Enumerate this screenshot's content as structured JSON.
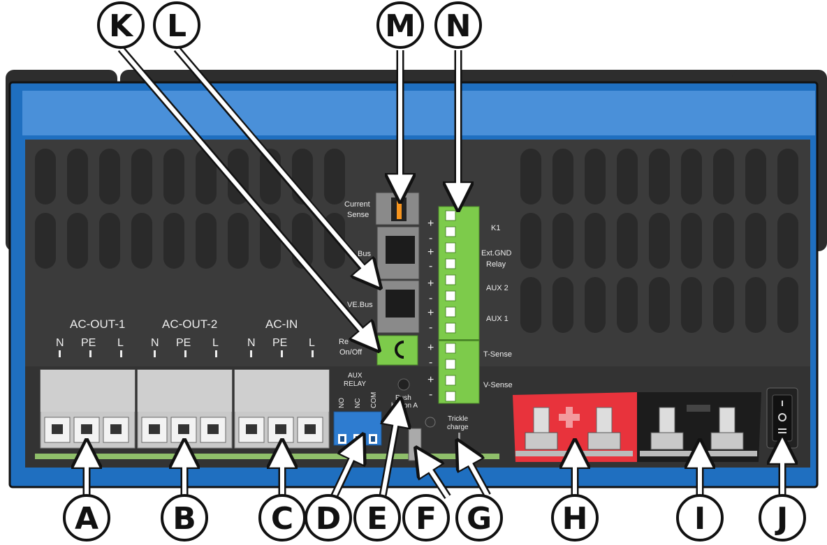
{
  "colors": {
    "blue": "#1f6fc0",
    "body_dark": "#3b3b3b",
    "green_terminal": "#7dcb4b",
    "red_terminal": "#e8333c",
    "black_terminal": "#1c1c1c"
  },
  "callouts": {
    "a": "A",
    "b": "B",
    "c": "C",
    "d": "D",
    "e": "E",
    "f": "F",
    "g": "G",
    "h": "H",
    "i": "I",
    "j": "J",
    "k": "K",
    "l": "L",
    "m": "M",
    "n": "N"
  },
  "ac_terminals": {
    "out1": "AC-OUT-1",
    "out2": "AC-OUT-2",
    "in": "AC-IN",
    "pin_n": "N",
    "pin_pe": "PE",
    "pin_l": "L"
  },
  "left_ports": {
    "current_sense_1": "Current",
    "current_sense_2": "Sense",
    "vebus_top": "Bus",
    "vebus": "VE.Bus",
    "remote_1": "Re",
    "remote_2": "On/Off"
  },
  "aux_relay": {
    "title_1": "AUX",
    "title_2": "RELAY",
    "no": "NO",
    "nc": "NC",
    "com": "COM"
  },
  "push_button": {
    "line1": "Push",
    "line2": "bu",
    "line3": "on A"
  },
  "trickle": {
    "line1": "Trickle",
    "line2": "charge"
  },
  "right_terminals": {
    "plus": "+",
    "minus": "-",
    "k1": "K1",
    "extgnd_1": "Ext.GND",
    "extgnd_2": "Relay",
    "aux2": "AUX 2",
    "aux1": "AUX 1",
    "tsense": "T-Sense",
    "vsense": "V-Sense"
  }
}
